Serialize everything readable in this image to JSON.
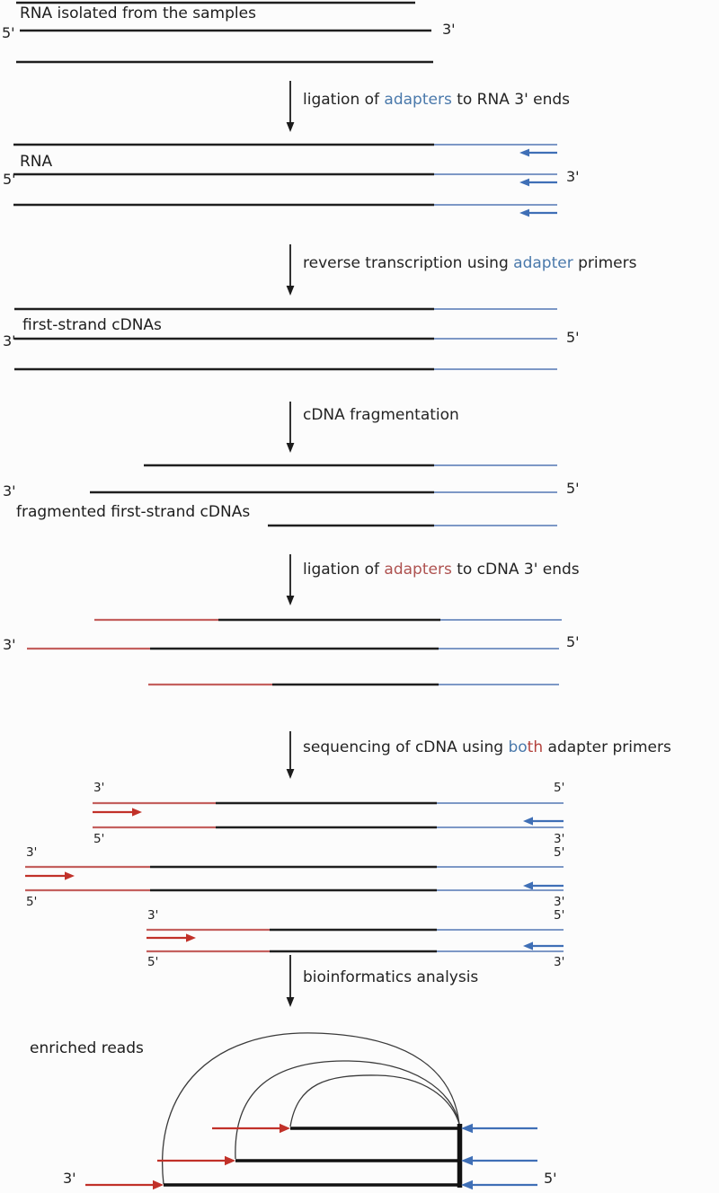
{
  "figure": {
    "background": "#fcfcfc",
    "sections": {
      "rna_isolated": {
        "title": "RNA isolated from the samples",
        "left_label": "5'",
        "right_label": "3'"
      },
      "rna_ligated": {
        "label": "RNA",
        "left_label": "5'",
        "right_label": "3'"
      },
      "first_strand": {
        "label": "first-strand cDNAs",
        "left_label": "3'",
        "right_label": "5'"
      },
      "fragmented": {
        "label": "fragmented first-strand cDNAs",
        "left_label": "3'",
        "right_label": "5'"
      },
      "cdna_adapters": {
        "left_label": "3'",
        "right_label": "5'"
      },
      "sequenced_pairs": {
        "pairs": [
          {
            "top_left": "3'",
            "top_right": "5'",
            "bottom_left": "5'",
            "bottom_right": "3'"
          },
          {
            "top_left": "3'",
            "top_right": "5'",
            "bottom_left": "5'",
            "bottom_right": "3'"
          },
          {
            "top_left": "3'",
            "top_right": "5'",
            "bottom_left": "5'",
            "bottom_right": "3'"
          }
        ]
      },
      "enriched": {
        "label": "enriched reads",
        "left_label": "3'",
        "right_label": "5'"
      }
    },
    "steps": [
      {
        "pre": "ligation of ",
        "highlight": "adapters",
        "highlight_color": "#4a79ab",
        "post": " to RNA 3' ends"
      },
      {
        "pre": "reverse transcription using ",
        "highlight": "adapter",
        "highlight_color": "#4a79ab",
        "post": " primers"
      },
      {
        "pre": "cDNA fragmentation",
        "highlight": "",
        "post": ""
      },
      {
        "pre": "ligation of ",
        "highlight": "adapters",
        "highlight_color": "#ae5250",
        "post": " to cDNA 3' ends"
      },
      {
        "pre": "sequencing of cDNA using ",
        "highlight_blue": "bo",
        "highlight_red": "th",
        "post": " adapter primers"
      },
      {
        "pre": "bioinformatics analysis",
        "highlight": "",
        "post": ""
      }
    ],
    "colors": {
      "strand_black": "#1f1f1f",
      "adapter_blue_line": "#7d98c6",
      "adapter_blue_arrow": "#3f6fb6",
      "adapter_red_line": "#c4605e",
      "adapter_red_arrow": "#c13129",
      "text_blue": "#4a79ab",
      "text_red": "#ae5250",
      "text": "#242424"
    }
  }
}
